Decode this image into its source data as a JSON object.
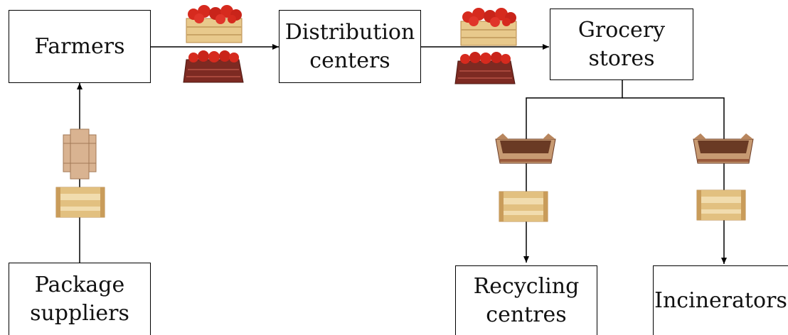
{
  "nodes": {
    "farmers": {
      "lines": [
        "Farmers"
      ]
    },
    "distribution": {
      "lines": [
        "Distribution",
        "centers"
      ]
    },
    "grocery": {
      "lines": [
        "Grocery",
        "stores"
      ]
    },
    "suppliers": {
      "lines": [
        "Package",
        "suppliers"
      ]
    },
    "recycling": {
      "lines": [
        "Recycling",
        "centres"
      ]
    },
    "incinerators": {
      "lines": [
        "Incinerators"
      ]
    }
  },
  "pictures": [
    {
      "name": "tomato-crate-icon",
      "role": "wooden crate full of tomatoes"
    },
    {
      "name": "tomato-carton-icon",
      "role": "cardboard tray of tomatoes"
    },
    {
      "name": "flat-cardboard-icon",
      "role": "unfolded cardboard blank"
    },
    {
      "name": "empty-wood-crate-icon",
      "role": "empty wooden crate"
    },
    {
      "name": "empty-carton-icon",
      "role": "empty cardboard tray"
    }
  ],
  "colors": {
    "tomato": "#d62a1e",
    "tomato_dark": "#a11b13",
    "wood": "#e8c98c",
    "wood_dark": "#b88a4a",
    "cardboard": "#c79a72",
    "cardboard_dark": "#6a3a24",
    "tray_print": "#7d2a22"
  }
}
